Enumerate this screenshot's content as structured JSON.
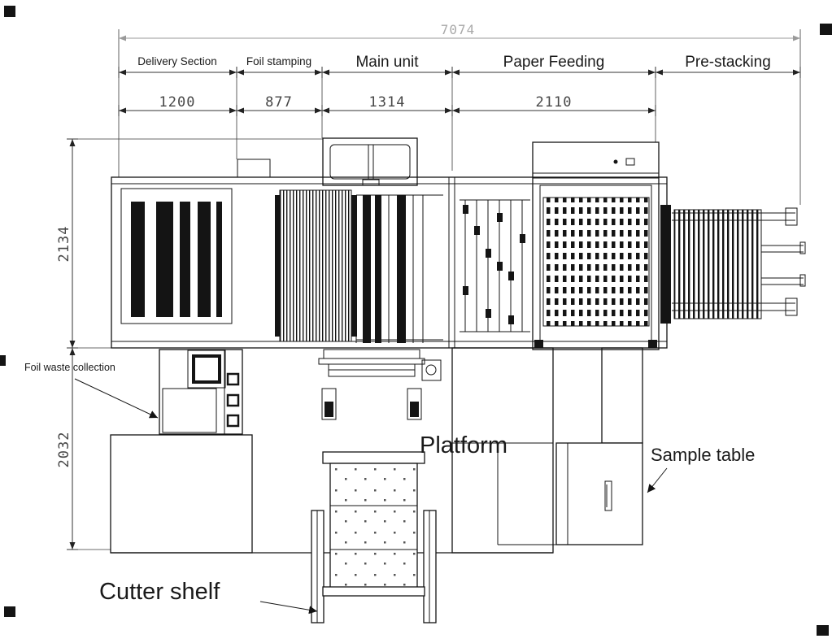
{
  "drawing": {
    "dimensions": {
      "total_width": "7074",
      "left_upper_height": "2134",
      "left_lower_height": "2032"
    },
    "section_labels": [
      "Delivery Section",
      "Foil stamping",
      "Main unit",
      "Paper Feeding",
      "Pre-stacking"
    ],
    "sub_dimensions": [
      "1200",
      "877",
      "1314",
      "2110"
    ],
    "callouts": {
      "foil_waste": "Foil waste collection",
      "platform": "Platform",
      "sample_table": "Sample table",
      "cutter_shelf": "Cutter shelf"
    },
    "colors": {
      "line": "#141414",
      "dim_text": "#474747",
      "faded_dim_text": "#a9a9a9",
      "background": "#ffffff"
    }
  }
}
